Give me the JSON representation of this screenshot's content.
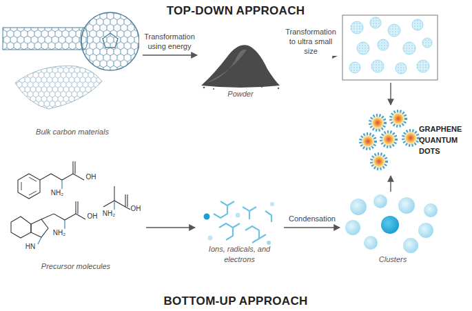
{
  "diagram": {
    "nodes": [
      {
        "text": [
          "Bulk carbon materials"
        ]
      },
      {
        "text": [
          "Powder"
        ]
      },
      {
        "text": [
          "GRAPHENE QUANTUM DOTS"
        ]
      },
      {
        "text": [
          "Precursor molecules"
        ]
      },
      {
        "text": [
          "Ions, radicals, and electrons"
        ]
      },
      {
        "text": [
          "Clusters"
        ]
      }
    ],
    "edges": [
      {
        "from": 0,
        "to": 1,
        "arrow": "to",
        "label": "Transformation using energy"
      },
      {
        "from": 3,
        "to": 4,
        "arrow": "to"
      },
      {
        "from": 4,
        "to": 5,
        "arrow": "to",
        "label": "Condensation"
      },
      {
        "from": 5,
        "to": 2,
        "arrow": "to"
      }
    ],
    "labels": [
      "TOP-DOWN APPROACH",
      "Transformation to ultra small size",
      "OH",
      "NH₂",
      "OH",
      "NH₂",
      "HN",
      "OH",
      "NH₂",
      "BOTTOM-UP APPROACH"
    ]
  }
}
